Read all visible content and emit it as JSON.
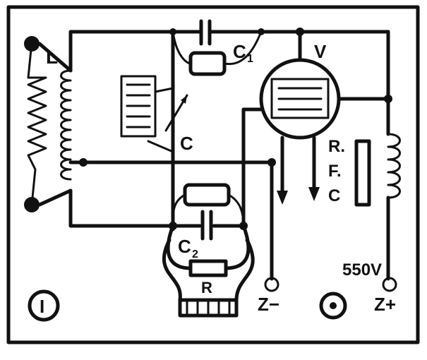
{
  "labels": {
    "L": "L",
    "C1": "C",
    "C1_sub": "1",
    "V": "V",
    "C": "C",
    "RFC_R": "R.",
    "RFC_F": "F.",
    "RFC_C": "C",
    "C2": "C",
    "C2_sub": "2",
    "R": "R",
    "volt": "550V",
    "neg": "Z−",
    "pos": "Z+",
    "badge": "I"
  },
  "colors": {
    "ink": "#111111",
    "paper": "#ffffff"
  }
}
